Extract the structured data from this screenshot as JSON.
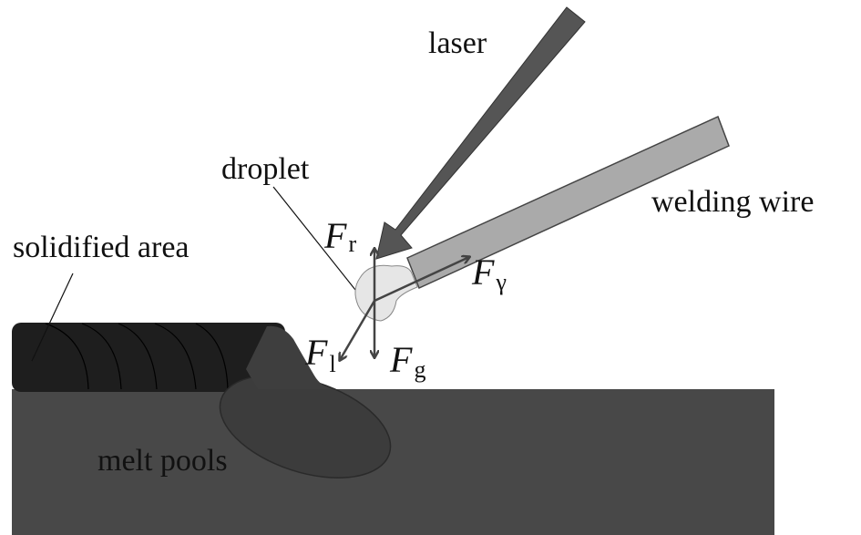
{
  "labels": {
    "laser": "laser",
    "welding_wire": "welding wire",
    "droplet": "droplet",
    "solidified_area": "solidified area",
    "melt_pools": "melt pools"
  },
  "forces": {
    "symbol": "F",
    "r": "r",
    "gamma": "γ",
    "l": "l",
    "g": "g"
  }
}
